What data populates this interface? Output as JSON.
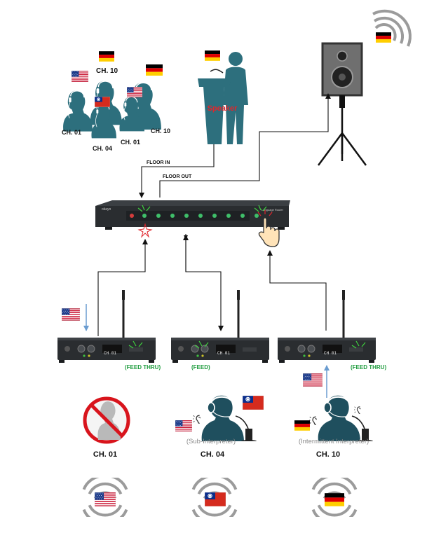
{
  "colors": {
    "teal": "#2d6f7d",
    "teal_light": "#5a97a3",
    "unit": "#2a2d30",
    "green_label": "#1e9c3e",
    "speaker_label": "#e0262c",
    "arrow_blue": "#6a9cd0"
  },
  "audience": {
    "labels": [
      "CH. 10",
      "CH. 01",
      "CH. 04",
      "CH. 01",
      "CH. 10"
    ]
  },
  "speaker": {
    "label": "Speaker"
  },
  "floor": {
    "in_label": "FLOOR IN",
    "out_label": "FLOOR OUT"
  },
  "main_unit": {
    "brand": "okayo",
    "panel_text": "Language Router"
  },
  "transmitters": [
    {
      "id": "tx1",
      "display": "CH 01",
      "label": "(FEED THRU)"
    },
    {
      "id": "tx2",
      "display": "CH 01",
      "label": "(FEED)"
    },
    {
      "id": "tx3",
      "display": "CH 01",
      "label": "(FEED THRU)"
    }
  ],
  "interpreters": [
    {
      "channel": "CH. 01",
      "role": ""
    },
    {
      "channel": "CH. 04",
      "role": "(Sub-Interpreter)"
    },
    {
      "channel": "CH. 10",
      "role": "(Intermittent Interpreter)"
    }
  ],
  "icons": [
    "flag-us-icon",
    "flag-de-icon",
    "flag-tw-icon",
    "loudspeaker-icon",
    "pointer-hand-icon",
    "prohibited-icon",
    "headset-icon",
    "ear-icon",
    "broadcast-waves-icon"
  ]
}
